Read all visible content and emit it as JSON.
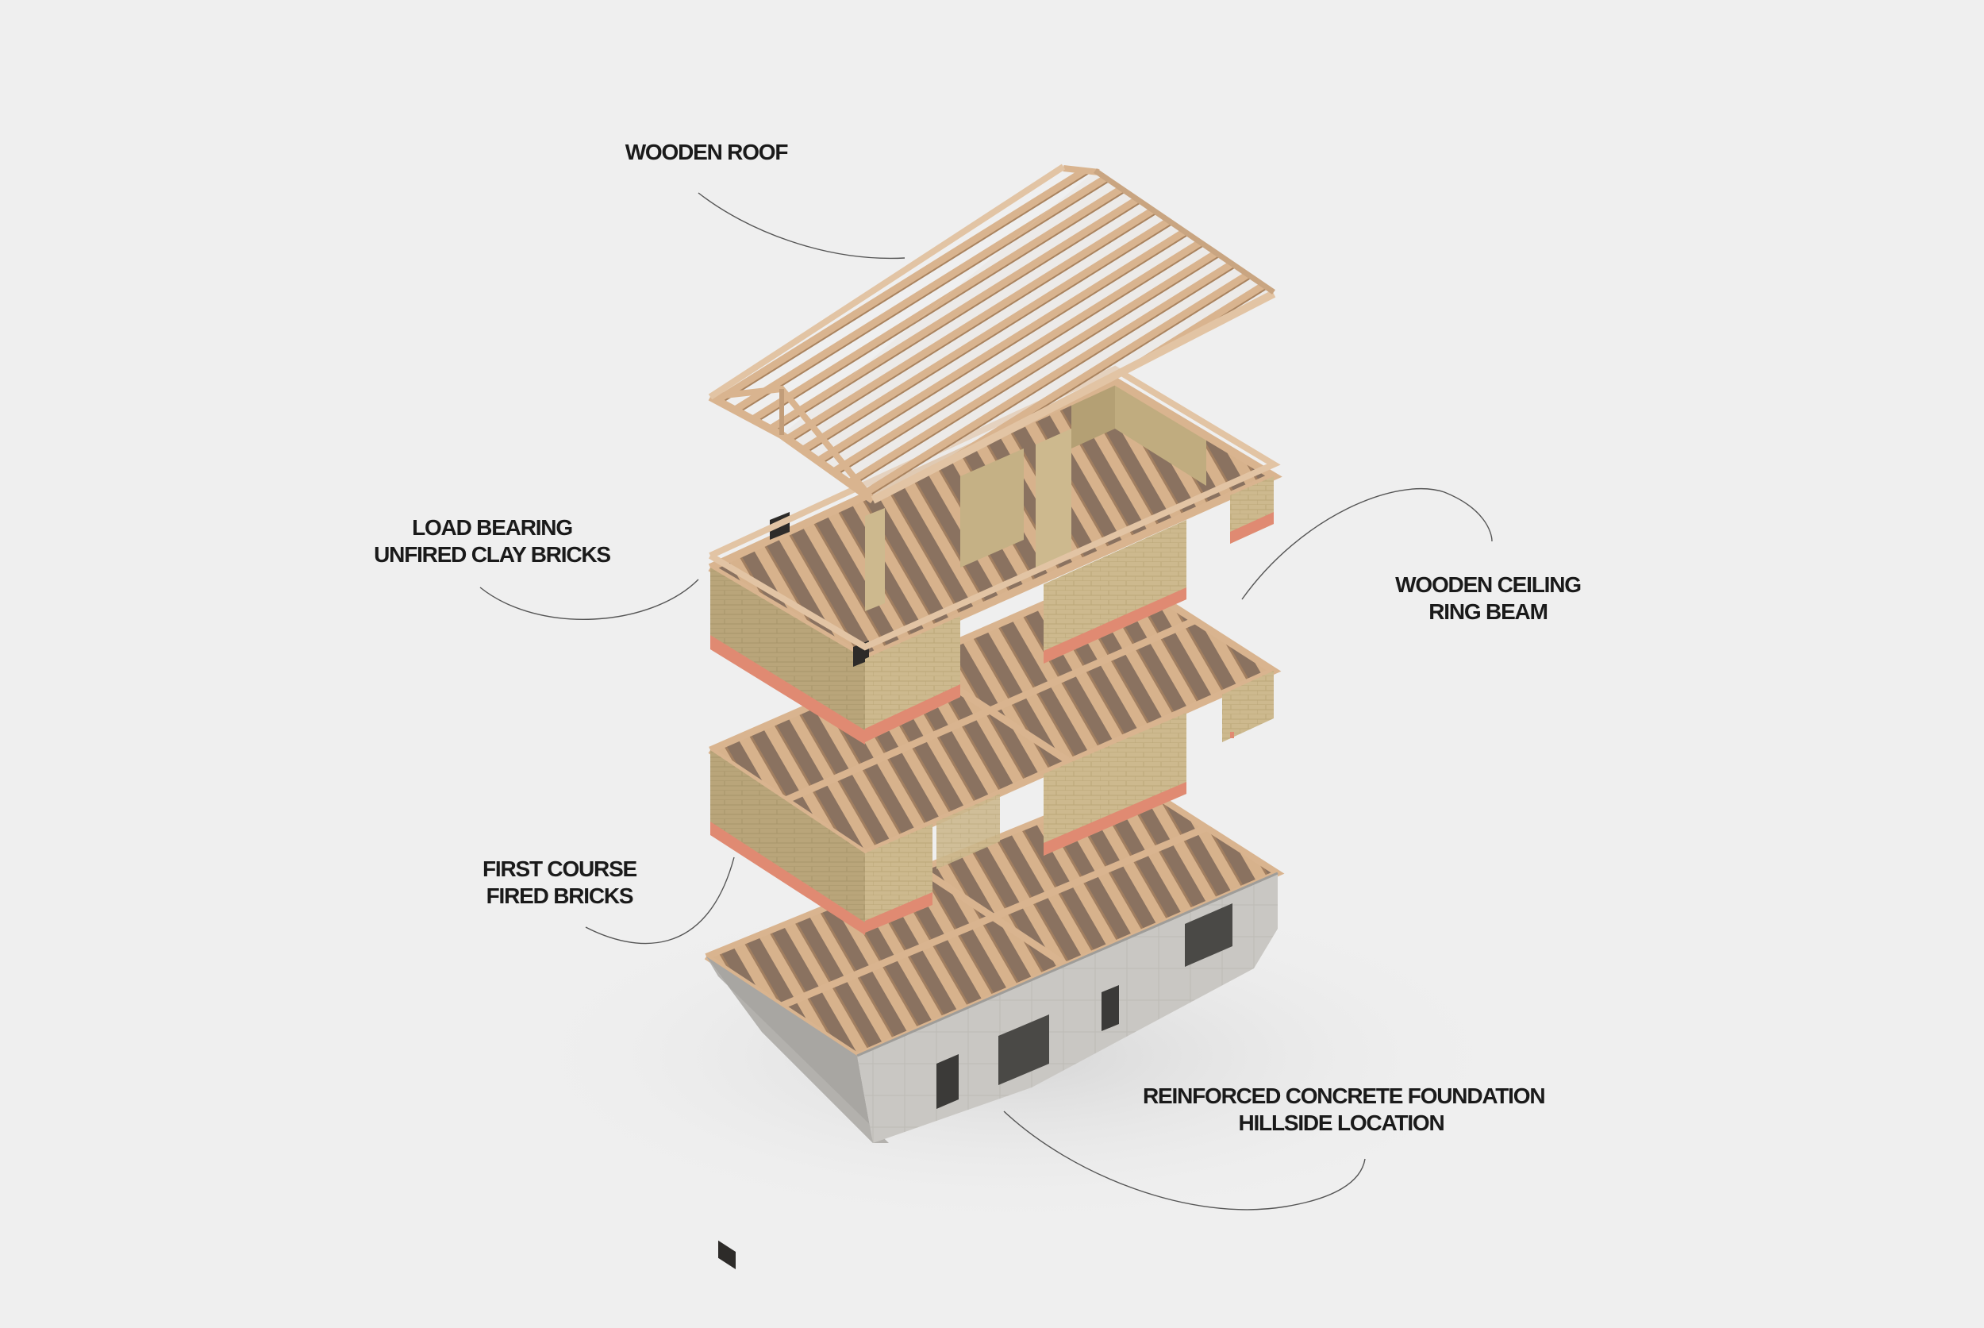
{
  "labels": {
    "wooden_roof": {
      "lines": [
        "WOODEN ROOF"
      ]
    },
    "load_bearing": {
      "lines": [
        "LOAD BEARING",
        "UNFIRED CLAY BRICKS"
      ]
    },
    "wooden_ceiling": {
      "lines": [
        "WOODEN CEILING",
        "RING BEAM"
      ]
    },
    "first_course": {
      "lines": [
        "FIRST COURSE",
        "FIRED BRICKS"
      ]
    },
    "foundation": {
      "lines": [
        "REINFORCED CONCRETE FOUNDATION",
        "HILLSIDE LOCATION"
      ]
    }
  },
  "colors": {
    "background": "#efefef",
    "timber": "#d9b48f",
    "timber_dark": "#a9835f",
    "clay_brick": "#cdb98e",
    "clay_brick_shade": "#b8a478",
    "fired_brick": "#e08a72",
    "concrete": "#c9c7c3",
    "concrete_dark": "#a8a6a2",
    "leader_line": "#555555",
    "text": "#1a1a1a"
  }
}
